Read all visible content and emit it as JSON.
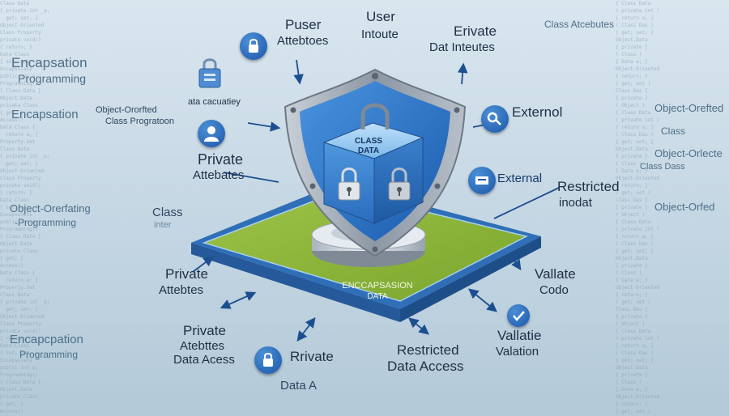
{
  "background": {
    "left_lines": [
      "Class Data",
      "{ private int _a;",
      "  get; set; }",
      "Object-Oriented",
      "Class Property",
      "private void()",
      "{ return; }",
      "Data Class",
      "{ set; get; }",
      "Encapsulate",
      "public int a;",
      "Programming()",
      "{ Class Data }",
      "Object.Data",
      "private Class",
      "{ get; }",
      "Access()",
      "Data Class {",
      "  return a; }",
      "Property.Set"
    ],
    "right_lines": [
      "{ Class Data",
      "( private int )",
      "{ return a; }",
      "( Class Das )",
      "{ get; set; }",
      "Object.Data",
      "{ private }",
      "( Class )",
      "{ Data a; }",
      "Object-Oriented",
      "{ return; }",
      "( get; set )",
      "Class Das {",
      "{ private }",
      "( Object )"
    ]
  },
  "left_side": {
    "encapsulation": "Encapsation",
    "programming": "Programming",
    "encapsulation2": "Encapsation",
    "object_oriented": "Object-Orerfating",
    "programming2": "-Programming",
    "encapsulation3": "Encapcpation",
    "programming3": "Programming"
  },
  "right_side": {
    "class_attributes": "Class Atcebutes",
    "object_oriented": "Object-Orefted",
    "class": "Class",
    "object_oriented2": "Object-Orlecte",
    "class_dass": "Class Dass",
    "object_oriented3": "Object-Orfed"
  },
  "labels": {
    "puser": "Puser",
    "attebtoes": "Attebtoes",
    "user": "User",
    "intoute": "Intoute",
    "erivate": "Erivate",
    "dat_inteutes": "Dat Inteutes",
    "data_cacuatiey": "ata cacuatiey",
    "object_oriented": "Object-Ororfted",
    "class_programon": "Class Progratoon",
    "private_attributes_1a": "Private",
    "private_attributes_1b": "Attebates",
    "class": "Class",
    "class_sub": "inter",
    "external_1": "Externol",
    "external_2": "External",
    "restricted_1a": "Restricted",
    "restricted_1b": "inodat",
    "private_attributes_2a": "Private",
    "private_attributes_2b": "Attebtes",
    "validate_1a": "Vallate",
    "validate_1b": "Codo",
    "private_attributes_3a": "Private",
    "private_attributes_3b": "Atebttes",
    "private_attributes_3c": "Data Acess",
    "rrivate": "Rrivate",
    "data_a": "Data A",
    "restricted_2a": "Restricted",
    "restricted_2b": "Data Access",
    "validate_2a": "Vallatie",
    "validate_2b": "Valation"
  },
  "cube_label_1": "CLASS",
  "cube_label_2": "DATA",
  "platform_label_1": "ENCCAPSASION",
  "platform_label_2": "DATA",
  "colors": {
    "shield_blue": "#2a74c9",
    "shield_rim": "#9aa5b2",
    "platform_green": "#8db53a",
    "platform_edge": "#2f6fb8",
    "text_dark": "#1f2f44"
  },
  "icons": [
    "lock-icon",
    "key-icon",
    "shield-icon",
    "arrow-icon",
    "checkmark-icon"
  ]
}
